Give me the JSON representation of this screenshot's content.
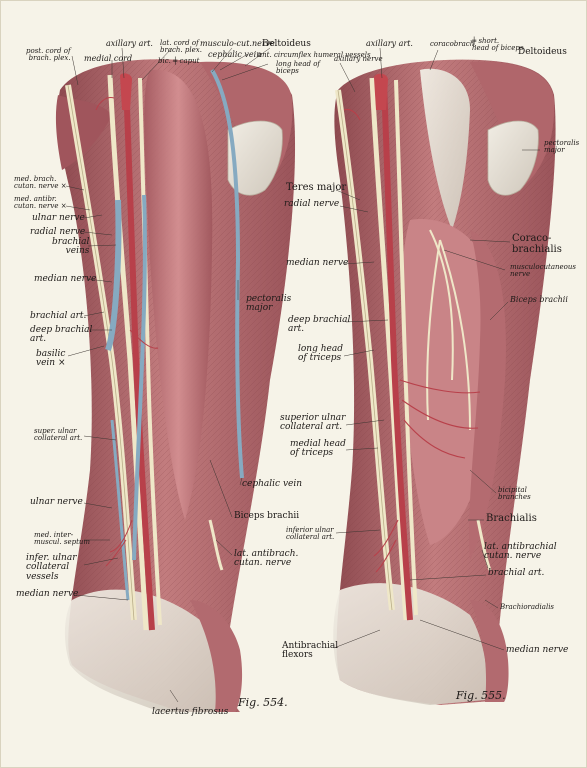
{
  "figure_554": {
    "caption": "Fig. 554.",
    "labels": {
      "post_cord": "post. cord of\nbrach. plex.",
      "axillary_art": "axillary art.",
      "medial_cord": "medial cord",
      "lat_cord": "lat. cord of\nbrach. plex.",
      "bic_s_caput": "bic. ╪ caput",
      "musculo_cut_nerve": "musculo-cut.nerve",
      "cephalic_vein_top": "cephalic vein",
      "deltoideus": "Deltoideus",
      "ant_circumflex": "ant. circumflex humeral vessels",
      "long_head_biceps": "long head of\nbiceps",
      "med_brach_cutan": "med. brach.\ncutan. nerve ×",
      "med_antibr_cutan": "med. antibr.\ncutan. nerve ×",
      "ulnar_nerve": "ulnar nerve",
      "radial_nerve": "radial nerve",
      "brachial_veins": "brachial\nveins",
      "median_nerve": "median nerve",
      "brachial_art": "brachial art.",
      "deep_brachial_art": "deep brachial\nart.",
      "basilic_vein": "basilic\nvein ×",
      "pectoralis_major": "pectoralis\nmajor",
      "super_ulnar": "super. ulnar\ncollateral art.",
      "ulnar_nerve_low": "ulnar nerve",
      "cephalic_vein": "cephalic vein",
      "biceps_brachii": "Biceps brachii",
      "med_inter_septum": "med. inter-\nmuscul. septum",
      "infer_ulnar": "infer. ulnar\ncollateral\nvessels",
      "lat_antibrach": "lat. antibrach.\ncutan. nerve",
      "median_nerve_low": "median nerve",
      "lacertus": "lacertus fibrosus"
    }
  },
  "figure_555": {
    "caption": "Fig. 555.",
    "labels": {
      "axillary_art": "axillary art.",
      "coracobrach": "coracobrach.",
      "short_head": "╪ short.\nhead of biceps",
      "deltoideus": "Deltoideus",
      "axillary_nerve": "axillary nerve",
      "pectoralis_major": "pectoralis\nmajor",
      "teres_major": "Teres major",
      "radial_nerve": "radial nerve",
      "coraco_brachialis": "Coraco-\nbrachialis",
      "musculocutaneous": "musculocutaneous\nnerve",
      "median_nerve": "median nerve",
      "biceps_brachii": "Biceps brachii",
      "deep_brachial_art": "deep brachial\nart.",
      "long_head_triceps": "long head\nof triceps",
      "superior_ulnar": "superior ulnar\ncollateral art.",
      "medial_head_triceps": "medial head\nof triceps",
      "bicipital_branches": "bicipital\nbranches",
      "inferior_ulnar": "inferior ulnar\ncollateral art.",
      "brachialis": "Brachialis",
      "lat_antibrachial": "lat. antibrachial\ncutan. nerve",
      "brachial_art": "brachial art.",
      "brachioradialis": "Brachioradialis",
      "median_nerve_low": "median nerve",
      "antibrachial_flexors": "Antibrachial\nflexors"
    }
  },
  "colors": {
    "paper": "#f6f3e8",
    "muscle": "#b86a6e",
    "muscle_dark": "#8e4148",
    "tendon": "#e8e2d6",
    "nerve": "#efe7c8",
    "vein": "#86aac1",
    "artery": "#b8404a",
    "text": "#1d1a18"
  }
}
